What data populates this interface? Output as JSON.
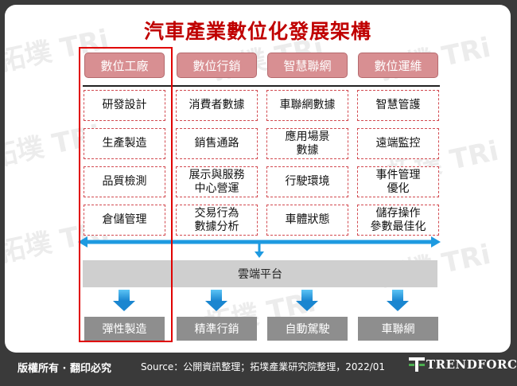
{
  "title": "汽車產業數位化發展架構",
  "headers": [
    "數位工廠",
    "數位行銷",
    "智慧聯網",
    "數位運維"
  ],
  "grid": [
    [
      "研發設計",
      "消費者數據",
      "車聯網數據",
      "智慧管護"
    ],
    [
      "生產製造",
      "銷售通路",
      "應用場景\n數據",
      "遠端監控"
    ],
    [
      "品質檢測",
      "展示與服務\n中心營運",
      "行駛環境",
      "事件管理\n優化"
    ],
    [
      "倉儲管理",
      "交易行為\n數據分析",
      "車體狀態",
      "儲存操作\n參數最佳化"
    ]
  ],
  "cloud_label": "雲端平台",
  "outputs": [
    "彈性製造",
    "精準行銷",
    "自動駕駛",
    "車聯網"
  ],
  "footer": {
    "rights": "版權所有 · 翻印必究",
    "source": "Source：公開資訊整理；拓墣產業研究院整理，2022/01",
    "brand": "TRENDFORCE"
  },
  "colors": {
    "title": "#c00000",
    "header_fill": "#d88f92",
    "cell_border": "#d24a50",
    "highlight_frame": "#e00000",
    "arrow": "#1e9ae0",
    "cloud": "#cfcfcf",
    "output": "#8e8e8e"
  }
}
